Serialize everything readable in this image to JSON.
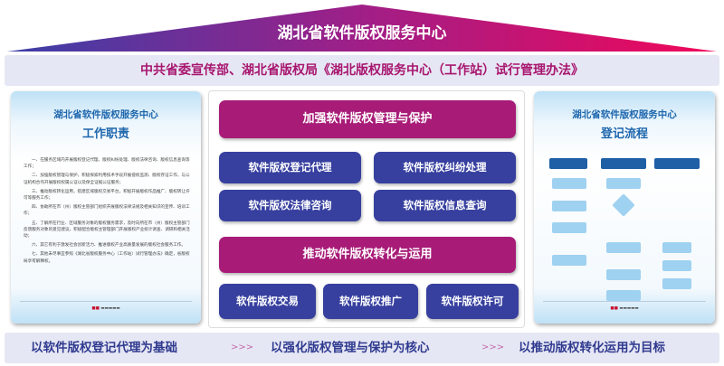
{
  "header": {
    "title": "湖北省软件版权服务中心",
    "subtitle": "中共省委宣传部、湖北省版权局《湖北版权服务中心（工作站）试行管理办法》"
  },
  "left_poster": {
    "title": "湖北省软件版权服务中心",
    "subtitle": "工作职责",
    "paragraphs": [
      "一、在服务区域内开展版权登记代理、版权纠纷处理、版权法律咨询、版权信息查询等工作；",
      "二、加强版权管理与保护，积极探索利用技术手段开展侵权监测、版权存证工作，与公证机构合作开展版权权属公证以及保全证据公证服务；",
      "三、推动版权转化运用，搭建区域版权交易平台，积极开展版权作品推广、版权转让许可等服务工作；",
      "四、协助所在市（州）版权主管部门组织开展版权法律法规及相关知识的宣传、培训工作；",
      "五、了解所在行业、区域服务对象的版权服务需求，及时向所在市（州）版权主管部门反馈服务对象的意见建议，积极配合版权主管理部门开展版权产业统计调查、调研和相关活动；",
      "六、其它有利于激发社会创新活力、推进版权产业高质量发展的版权社会服务工作。",
      "七、其他未尽事宜参照《湖北省版权服务中心（工作站）试行管理办法》确定，省版权局享有解释权。"
    ]
  },
  "right_poster": {
    "title": "湖北省软件版权服务中心",
    "subtitle": "登记流程"
  },
  "center": {
    "section1": "加强软件版权管理与保护",
    "services": [
      "软件版权登记代理",
      "软件版权纠纷处理",
      "软件版权法律咨询",
      "软件版权信息查询"
    ],
    "section2": "推动软件版权转化与运用",
    "services2": [
      "软件版权交易",
      "软件版权推广",
      "软件版权许可"
    ]
  },
  "footer": {
    "items": [
      "以软件版权登记代理为基础",
      "以强化版权管理与保护为核心",
      "以推动版权转化运用为目标"
    ],
    "arrow": ">>>"
  },
  "colors": {
    "magenta": "#a81c78",
    "navy": "#37409f",
    "roof_start": "#3b3fa8",
    "roof_end": "#f0075a"
  }
}
